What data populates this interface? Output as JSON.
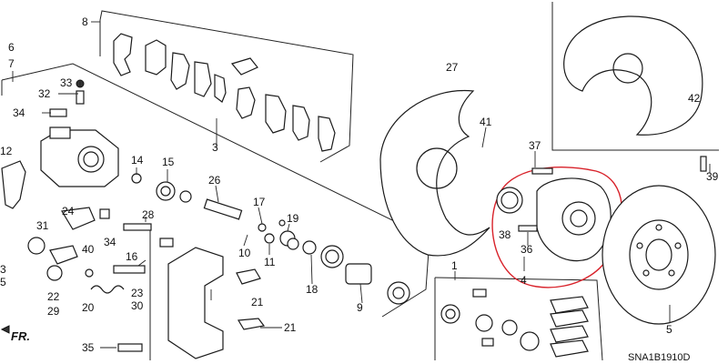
{
  "diagram": {
    "catalog_code": "SNA1B1910D",
    "direction_mark": "FR.",
    "callouts": {
      "c1": "1",
      "c3": "3",
      "c4": "4",
      "c5": "5",
      "c6": "6",
      "c7": "7",
      "c8": "8",
      "c9": "9",
      "c10": "10",
      "c11": "11",
      "c12": "12",
      "c14": "14",
      "c15": "15",
      "c16": "16",
      "c17": "17",
      "c18": "18",
      "c19": "19",
      "c20": "20",
      "c21a": "21",
      "c21b": "21",
      "c22": "22",
      "c23": "23",
      "c24": "24",
      "c26": "26",
      "c27": "27",
      "c28": "28",
      "c29": "29",
      "c30": "30",
      "c31": "31",
      "c32": "32",
      "c33": "33",
      "c34a": "34",
      "c34b": "34",
      "c35": "35",
      "c36": "36",
      "c37": "37",
      "c38": "38",
      "c39": "39",
      "c40": "40",
      "c41": "41",
      "c42": "42",
      "c3left": "3",
      "c5left": "5"
    }
  }
}
